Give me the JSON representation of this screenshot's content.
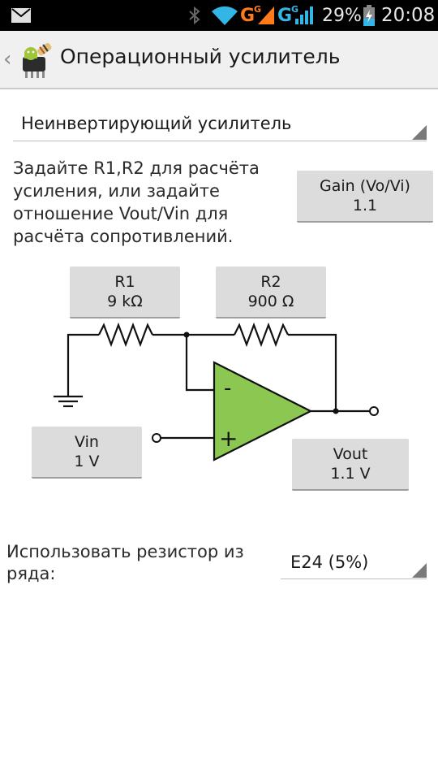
{
  "status_bar": {
    "battery_percent": "29%",
    "time": "20:08",
    "network_labels": [
      "G",
      "G",
      "G",
      "G"
    ]
  },
  "app_bar": {
    "title": "Операционный усилитель"
  },
  "circuit_spinner": {
    "selected": "Неинвертирующий усилитель"
  },
  "description": "Задайте R1,R2 для расчёта усиления, или задайте отношение Vout/Vin для расчёта сопротивлений.",
  "gain_button": {
    "label": "Gain (Vo/Vi)",
    "value": "1.1"
  },
  "r1_button": {
    "label": "R1",
    "value": "9 kΩ"
  },
  "r2_button": {
    "label": "R2",
    "value": "900 Ω"
  },
  "vin_button": {
    "label": "Vin",
    "value": "1 V"
  },
  "vout_button": {
    "label": "Vout",
    "value": "1.1 V"
  },
  "opamp": {
    "minus": "-",
    "plus": "+",
    "fill_color": "#8cc751"
  },
  "series_row": {
    "label": "Использовать резистор из ряда:",
    "selected": "E24 (5%)"
  }
}
